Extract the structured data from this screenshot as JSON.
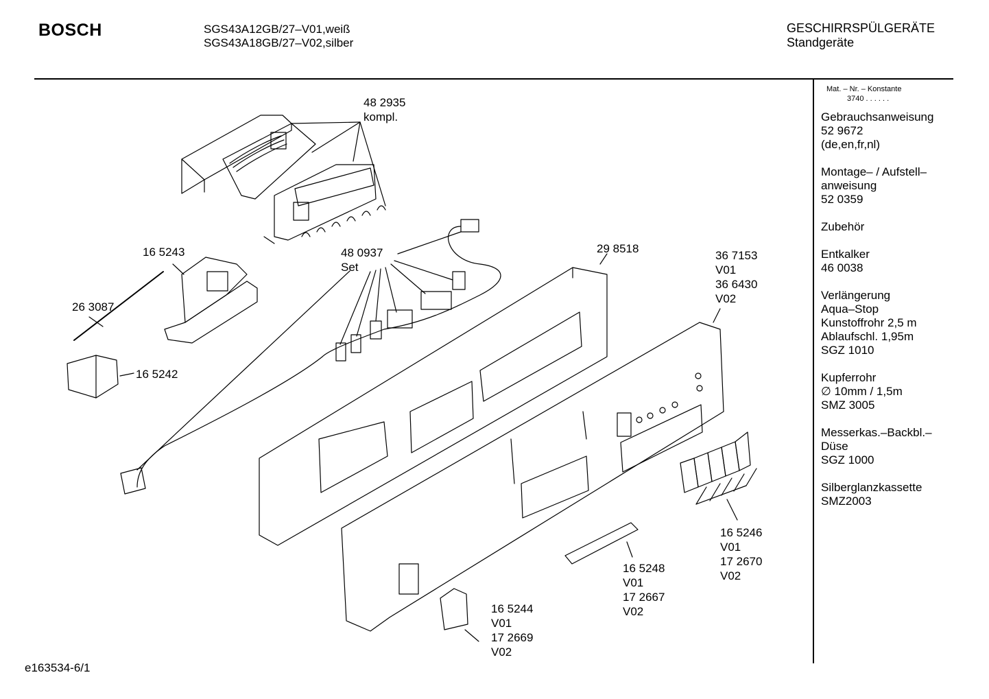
{
  "header": {
    "brand": "BOSCH",
    "model_line_1": "SGS43A12GB/27–V01,weiß",
    "model_line_2": "SGS43A18GB/27–V02,silber",
    "category": "GESCHIRRSPÜLGERÄTE",
    "subcategory": "Standgeräte"
  },
  "sidebar": {
    "mat_label": "Mat. – Nr. – Konstante",
    "mat_value": "3740 . . . . . .",
    "blocks": [
      [
        "Gebrauchsanweisung",
        "52 9672",
        "(de,en,fr,nl)"
      ],
      [
        "Montage– / Aufstell–",
        "anweisung",
        "52 0359"
      ],
      [
        "Zubehör"
      ],
      [
        "Entkalker",
        "46 0038"
      ],
      [
        "Verlängerung",
        "Aqua–Stop",
        "Kunstoffrohr 2,5 m",
        "Ablaufschl. 1,95m",
        "SGZ 1010"
      ],
      [
        "Kupferrohr",
        "∅ 10mm / 1,5m",
        "SMZ 3005"
      ],
      [
        "Messerkas.–Backbl.–",
        "Düse",
        "SGZ 1000"
      ],
      [
        "Silberglanzkassette",
        "SMZ2003"
      ]
    ]
  },
  "parts": {
    "p482935": [
      "48 2935",
      "kompl."
    ],
    "p165243": [
      "16 5243"
    ],
    "p263087": [
      "26 3087"
    ],
    "p165242": [
      "16 5242"
    ],
    "p480937": [
      "48 0937",
      "Set"
    ],
    "p298518": [
      "29 8518"
    ],
    "p367153": [
      "36 7153",
      "V01",
      "36 6430",
      "V02"
    ],
    "p165246": [
      "16 5246",
      "V01",
      "17 2670",
      "V02"
    ],
    "p165248": [
      "16 5248",
      "V01",
      "17 2667",
      "V02"
    ],
    "p165244": [
      "16 5244",
      "V01",
      "17 2669",
      "V02"
    ]
  },
  "footer": {
    "drawing_id": "e163534-6/1"
  }
}
